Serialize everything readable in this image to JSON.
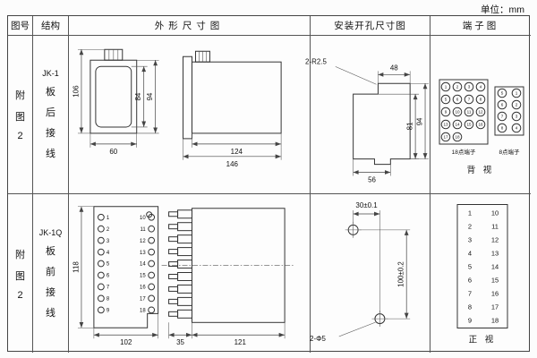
{
  "unit_label": "单位：mm",
  "headers": [
    "图号",
    "结构",
    "外形尺寸图",
    "安装开孔尺寸图",
    "端子图"
  ],
  "row1": {
    "fig_chars": [
      "附",
      "图",
      "2"
    ],
    "model": "JK-1",
    "wiring_chars": [
      "板",
      "后",
      "接",
      "线"
    ],
    "outline": {
      "height_total": "106",
      "height_inner": "84",
      "height_outer": "94",
      "width_front": "60",
      "width_body": "124",
      "width_total": "146"
    },
    "install": {
      "corner_label": "2-R2.5",
      "width_top": "48",
      "height_inner": "81",
      "height_outer": "94",
      "width_bottom": "56"
    },
    "terminal": {
      "grid18_numbers": [
        "1",
        "2",
        "3",
        "4",
        "5",
        "6",
        "7",
        "8",
        "9",
        "10",
        "11",
        "12",
        "13",
        "14",
        "15",
        "16",
        "17",
        "18"
      ],
      "block8_left": [
        "5",
        "6",
        "7",
        "8"
      ],
      "block8_right": [
        "1",
        "2",
        "3",
        "4"
      ],
      "label_18": "18点端子",
      "label_8": "8点端子",
      "view_label": "背 视"
    }
  },
  "row2": {
    "fig_chars": [
      "附",
      "图",
      "2"
    ],
    "model": "JK-1Q",
    "wiring_chars": [
      "板",
      "前",
      "接",
      "线"
    ],
    "outline": {
      "height": "118",
      "width": "102",
      "depth_terminal": "35",
      "depth_body": "121",
      "left_terminals": [
        "1",
        "2",
        "3",
        "4",
        "5",
        "6",
        "7",
        "8",
        "9"
      ],
      "right_terminals": [
        "10",
        "11",
        "12",
        "13",
        "14",
        "15",
        "16",
        "17",
        "18"
      ]
    },
    "install": {
      "offset_h": "30±0.1",
      "offset_v": "100±0.2",
      "hole_label": "2-Φ5"
    },
    "terminal": {
      "pairs": [
        [
          "1",
          "10"
        ],
        [
          "2",
          "11"
        ],
        [
          "3",
          "12"
        ],
        [
          "4",
          "13"
        ],
        [
          "5",
          "14"
        ],
        [
          "6",
          "15"
        ],
        [
          "7",
          "16"
        ],
        [
          "8",
          "17"
        ],
        [
          "9",
          "18"
        ]
      ],
      "view_label": "正 视"
    }
  }
}
